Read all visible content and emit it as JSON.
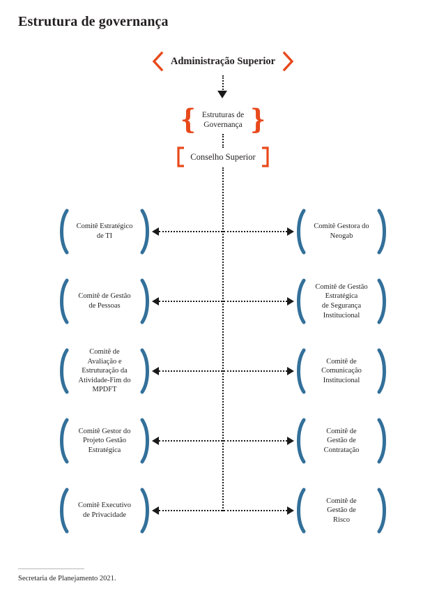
{
  "document": {
    "title": "Estrutura de governança"
  },
  "colors": {
    "accent_orange": "#e8491b",
    "committee_blue": "#33709a",
    "line_black": "#1a1a1a",
    "text": "#231f20",
    "background": "#ffffff",
    "rule_gray": "#b7b7b7"
  },
  "top_node": {
    "label": "Administração Superior",
    "left_icon": "chevron-left-icon",
    "right_icon": "chevron-right-icon"
  },
  "brace_node": {
    "label": "Estruturas de\nGovernança",
    "left_icon": "brace-open-icon",
    "right_icon": "brace-close-icon",
    "left_glyph": "{",
    "right_glyph": "}"
  },
  "bracket_node": {
    "label": "Conselho Superior",
    "left_icon": "bracket-open-icon",
    "right_icon": "bracket-close-icon"
  },
  "committees": {
    "left": [
      {
        "label": "Comitê Estratégico\nde TI"
      },
      {
        "label": "Comitê de Gestão\nde Pessoas"
      },
      {
        "label": "Comitê de\nAvaliação e\nEstruturação da\nAtividade-Fim do\nMPDFT"
      },
      {
        "label": "Comitê Gestor do\nProjeto Gestão\nEstratégica"
      },
      {
        "label": "Comitê Executivo\nde Privacidade"
      }
    ],
    "right": [
      {
        "label": "Comitê Gestora do\nNeogab"
      },
      {
        "label": "Comitê de Gestão\nEstratégica\nde Segurança\nInstitucional"
      },
      {
        "label": "Comitê de\nComunicação\nInstitucional"
      },
      {
        "label": "Comitê de\nGestão de\nContratação"
      },
      {
        "label": "Comitê de\nGestão de\nRisco"
      }
    ]
  },
  "footer": {
    "note": "Secretaria de Planejamento 2021."
  }
}
